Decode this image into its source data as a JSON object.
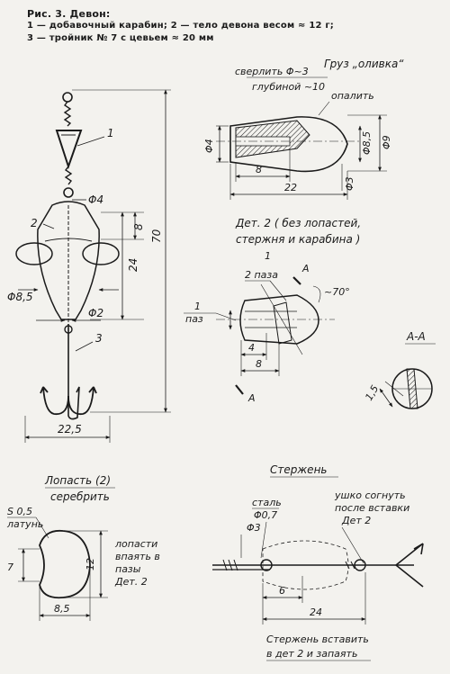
{
  "caption": {
    "title": "Рис. 3. Девон:",
    "line1": "1 — добавочный   карабин;  2 — тело   девона   весом ≈ 12  г;",
    "line2": "3 — тройник   № 7   с   цевьем ≈ 20  мм"
  },
  "assembly": {
    "callout_1": "1",
    "callout_2": "2",
    "callout_3": "3",
    "dim_d4": "Φ4",
    "dim_8": "8",
    "dim_24": "24",
    "dim_70": "70",
    "dim_d85": "Φ8,5",
    "dim_d2": "Φ2",
    "dim_225": "22,5"
  },
  "sinker": {
    "title": "Груз „оливка“",
    "drill_1": "сверлить Φ~3",
    "drill_2": "глубиной ~10",
    "melt": "опалить",
    "dim_d4": "Φ4",
    "dim_d85": "Φ8,5",
    "dim_d9": "Φ9",
    "dim_d3": "Φ3",
    "dim_8": "8",
    "dim_22": "22"
  },
  "body_detail": {
    "title_1": "Дет. 2 ( без лопастей,",
    "title_2": "стержня и карабина )",
    "label_1": "1",
    "slot_1_word": "паз",
    "label_2": "2 паза",
    "section_mark": "А",
    "angle": "~70°",
    "dim_4": "4",
    "dim_8": "8"
  },
  "section": {
    "title": "А-А",
    "dim_15": "1,5"
  },
  "blade": {
    "title_1": "Лопасть (2)",
    "title_2": "серебрить",
    "thickness": "S 0,5",
    "material": "латунь",
    "note_1": "лопасти",
    "note_2": "впаять в",
    "note_3": "пазы",
    "note_4": "Дет. 2",
    "dim_7": "7",
    "dim_12": "12",
    "dim_85": "8,5"
  },
  "rod": {
    "title": "Стержень",
    "material_1": "сталь",
    "material_2": "Φ0,7",
    "note_1": "ушко согнуть",
    "note_2": "после вставки",
    "note_3": "Дет 2",
    "dim_d3": "Φ3",
    "dim_6": "6",
    "dim_24": "24",
    "bottom_1": "Стержень вставить",
    "bottom_2": "в дет 2 и запаять"
  }
}
